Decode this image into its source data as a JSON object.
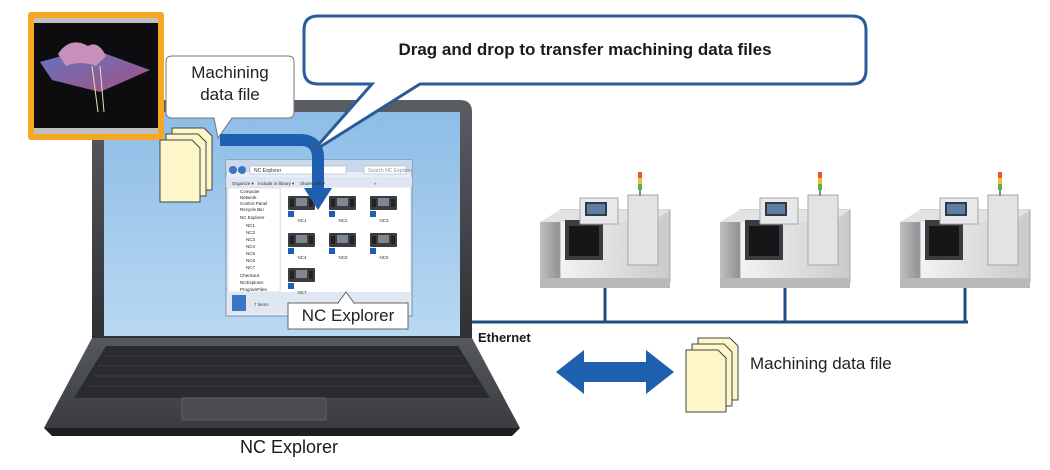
{
  "callout": {
    "text": "Drag and drop to transfer machining data files"
  },
  "labels": {
    "machining_data_file_top_line1": "Machining",
    "machining_data_file_top_line2": "data file",
    "nc_explorer_window_label": "NC Explorer",
    "ethernet": "Ethernet",
    "machining_data_file_right": "Machining data file",
    "nc_explorer_bottom": "NC Explorer"
  },
  "window": {
    "title": "NC Explorer",
    "search_placeholder": "Search NC Explorer",
    "toolbar": [
      "Organize ▾",
      "Include in library ▾",
      "Share with ▾",
      "»"
    ],
    "sidebar": [
      "Computer",
      "Network",
      "Control Panel",
      "Recycle Bin",
      "NC Explorer",
      "NC1",
      "NC2",
      "NC3",
      "NC4",
      "NC5",
      "NC6",
      "NC7",
      "Checkout",
      "NCExplorer",
      "ProgramFiles"
    ],
    "items": [
      "NC1",
      "NC2",
      "NC3",
      "NC4",
      "NC5",
      "NC6",
      "NC7"
    ],
    "status": "7 items"
  },
  "colors": {
    "accent_blue": "#1f5fb0",
    "callout_border": "#2a5c9a",
    "ethernet_line": "#1f4f7e",
    "thumbnail_frame": "#f5a623",
    "file_paper": "#fdf6c8",
    "screen_blue": "#9ec6ea"
  },
  "icons": [
    "document-stack-icon",
    "folder-icon",
    "nc-machine-icon",
    "drag-arrow-icon",
    "double-arrow-icon",
    "cnc-machine-icon"
  ]
}
